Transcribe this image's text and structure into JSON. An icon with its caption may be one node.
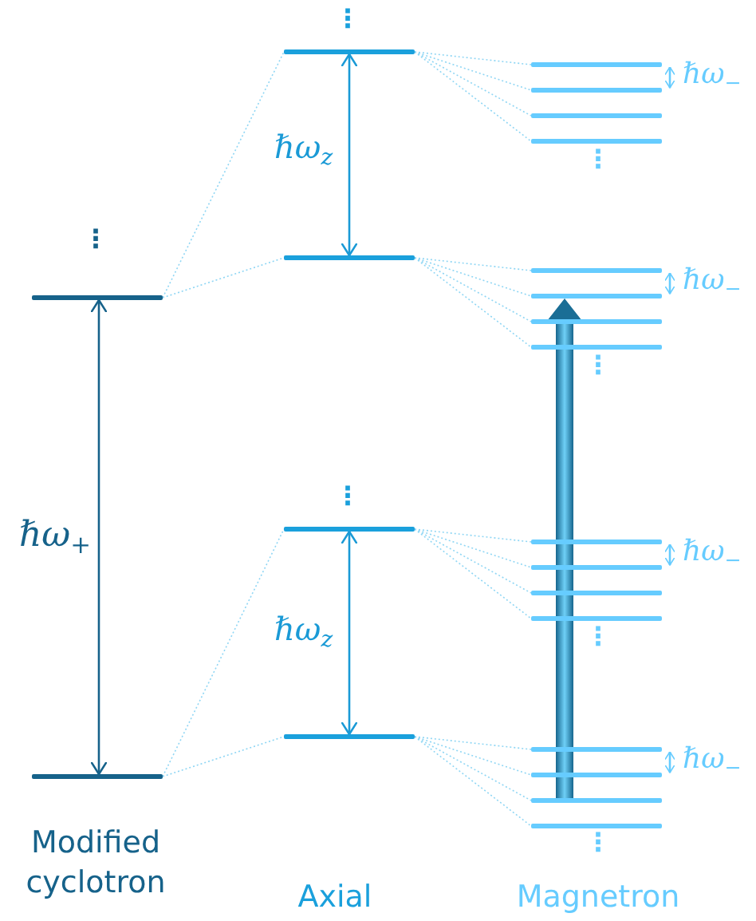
{
  "diagram": {
    "nodes": [
      {
        "text": [],
        "shape": "bar"
      },
      {
        "text": [],
        "shape": "bar"
      },
      {
        "text": [],
        "shape": "bar"
      },
      {
        "text": [],
        "shape": "bar"
      },
      {
        "text": [],
        "shape": "bar"
      },
      {
        "text": [],
        "shape": "bar"
      },
      {
        "text": [],
        "shape": "bar"
      },
      {
        "text": [],
        "shape": "bar"
      },
      {
        "text": [],
        "shape": "bar"
      },
      {
        "text": [],
        "shape": "bar"
      },
      {
        "text": [],
        "shape": "bar"
      },
      {
        "text": [],
        "shape": "bar"
      },
      {
        "text": [],
        "shape": "bar"
      },
      {
        "text": [],
        "shape": "bar"
      },
      {
        "text": [],
        "shape": "bar"
      },
      {
        "text": [],
        "shape": "bar"
      },
      {
        "text": [],
        "shape": "bar"
      },
      {
        "text": [],
        "shape": "bar"
      },
      {
        "text": [],
        "shape": "bar"
      },
      {
        "text": [],
        "shape": "bar"
      },
      {
        "text": [],
        "shape": "bar"
      },
      {
        "text": [],
        "shape": "bar"
      }
    ],
    "edges": [
      {
        "from": 0,
        "to": 2,
        "arrow": "none",
        "style": "dashed"
      },
      {
        "from": 0,
        "to": 3,
        "arrow": "none",
        "style": "dashed"
      },
      {
        "from": 1,
        "to": 4,
        "arrow": "none",
        "style": "dashed"
      },
      {
        "from": 1,
        "to": 5,
        "arrow": "none",
        "style": "dashed"
      },
      {
        "from": 2,
        "to": 6,
        "arrow": "none",
        "style": "dashed"
      },
      {
        "from": 2,
        "to": 7,
        "arrow": "none",
        "style": "dashed"
      },
      {
        "from": 2,
        "to": 8,
        "arrow": "none",
        "style": "dashed"
      },
      {
        "from": 2,
        "to": 9,
        "arrow": "none",
        "style": "dashed"
      },
      {
        "from": 3,
        "to": 10,
        "arrow": "none",
        "style": "dashed"
      },
      {
        "from": 3,
        "to": 11,
        "arrow": "none",
        "style": "dashed"
      },
      {
        "from": 3,
        "to": 12,
        "arrow": "none",
        "style": "dashed"
      },
      {
        "from": 3,
        "to": 13,
        "arrow": "none",
        "style": "dashed"
      },
      {
        "from": 4,
        "to": 14,
        "arrow": "none",
        "style": "dashed"
      },
      {
        "from": 4,
        "to": 15,
        "arrow": "none",
        "style": "dashed"
      },
      {
        "from": 4,
        "to": 16,
        "arrow": "none",
        "style": "dashed"
      },
      {
        "from": 4,
        "to": 17,
        "arrow": "none",
        "style": "dashed"
      },
      {
        "from": 5,
        "to": 18,
        "arrow": "none",
        "style": "dashed"
      },
      {
        "from": 5,
        "to": 19,
        "arrow": "none",
        "style": "dashed"
      },
      {
        "from": 5,
        "to": 20,
        "arrow": "none",
        "style": "dashed"
      },
      {
        "from": 5,
        "to": 21,
        "arrow": "none",
        "style": "dashed"
      },
      {
        "from": 0,
        "to": 1,
        "arrow": "both",
        "label": "ℏω$_{+}$",
        "color": "#16628a"
      },
      {
        "from": 2,
        "to": 3,
        "arrow": "both",
        "label": "ℏω$_{z}$",
        "color": "#1a9ad6"
      },
      {
        "from": 4,
        "to": 5,
        "arrow": "both",
        "label": "ℏω$_{z}$",
        "color": "#1a9ad6"
      },
      {
        "from": 6,
        "to": 7,
        "arrow": "both",
        "label": "ℏω$_{−}$",
        "color": "#66ccff"
      },
      {
        "from": 10,
        "to": 11,
        "arrow": "both",
        "label": "ℏω$_{−}$",
        "color": "#66ccff"
      },
      {
        "from": 14,
        "to": 15,
        "arrow": "both",
        "label": "ℏω$_{−}$",
        "color": "#66ccff"
      },
      {
        "from": 18,
        "to": 19,
        "arrow": "both",
        "label": "ℏω$_{−}$",
        "color": "#66ccff"
      },
      {
        "from": 20,
        "to": 11,
        "arrow": "to",
        "style": "thick",
        "color": "#1a6e96"
      }
    ],
    "labels": [
      "⋮",
      "⋮",
      "⋮",
      "⋮",
      "⋮",
      "⋮",
      "⋮",
      "Modified cyclotron",
      "Axial",
      "Magnetron"
    ]
  }
}
